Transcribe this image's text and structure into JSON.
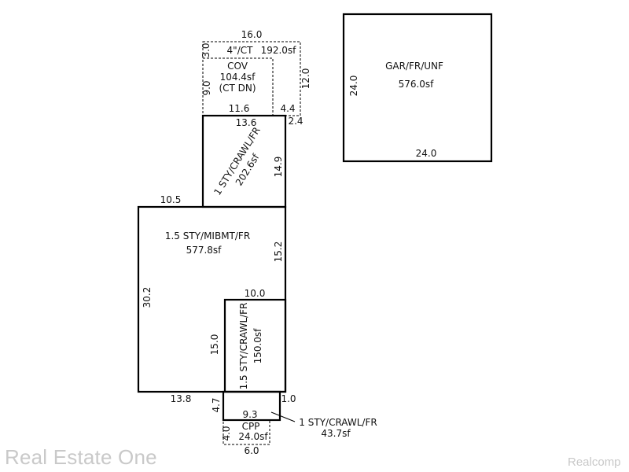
{
  "areas": {
    "ct": {
      "line1": "4\"/CT",
      "area": "192.0sf"
    },
    "cov": {
      "name": "COV",
      "area": "104.4sf",
      "note": "(CT DN)"
    },
    "upper_wing": {
      "name": "1 STY/CRAWL/FR",
      "area": "202.6sf"
    },
    "main": {
      "name": "1.5 STY/MIBMT/FR",
      "area": "577.8sf"
    },
    "lower_wing": {
      "name": "1.5 STY/CRAWL/FR",
      "area": "150.0sf"
    },
    "small": {
      "name": "1 STY/CRAWL/FR",
      "area": "43.7sf"
    },
    "cpp": {
      "name": "CPP",
      "area": "24.0sf"
    },
    "garage": {
      "name": "GAR/FR/UNF",
      "area": "576.0sf"
    }
  },
  "dims": {
    "ct_top": "16.0",
    "ct_left": "3.0",
    "ct_right": "12.0",
    "cov_left": "9.0",
    "cov_bottom": "11.6",
    "ct_bottom_right": "4.4",
    "upper_top": "13.6",
    "upper_offset": "2.4",
    "upper_right": "14.9",
    "main_top_left": "10.5",
    "main_right_upper": "15.2",
    "main_left": "30.2",
    "main_bottom": "13.8",
    "lower_top": "10.0",
    "lower_left": "15.0",
    "lower_right": "1.0",
    "small_left": "4.7",
    "small_bottom": "9.3",
    "cpp_left": "4.0",
    "cpp_bottom": "6.0",
    "gar_left": "24.0",
    "gar_bottom": "24.0"
  },
  "watermark": {
    "left": "Real Estate One",
    "right": "Realcomp"
  }
}
